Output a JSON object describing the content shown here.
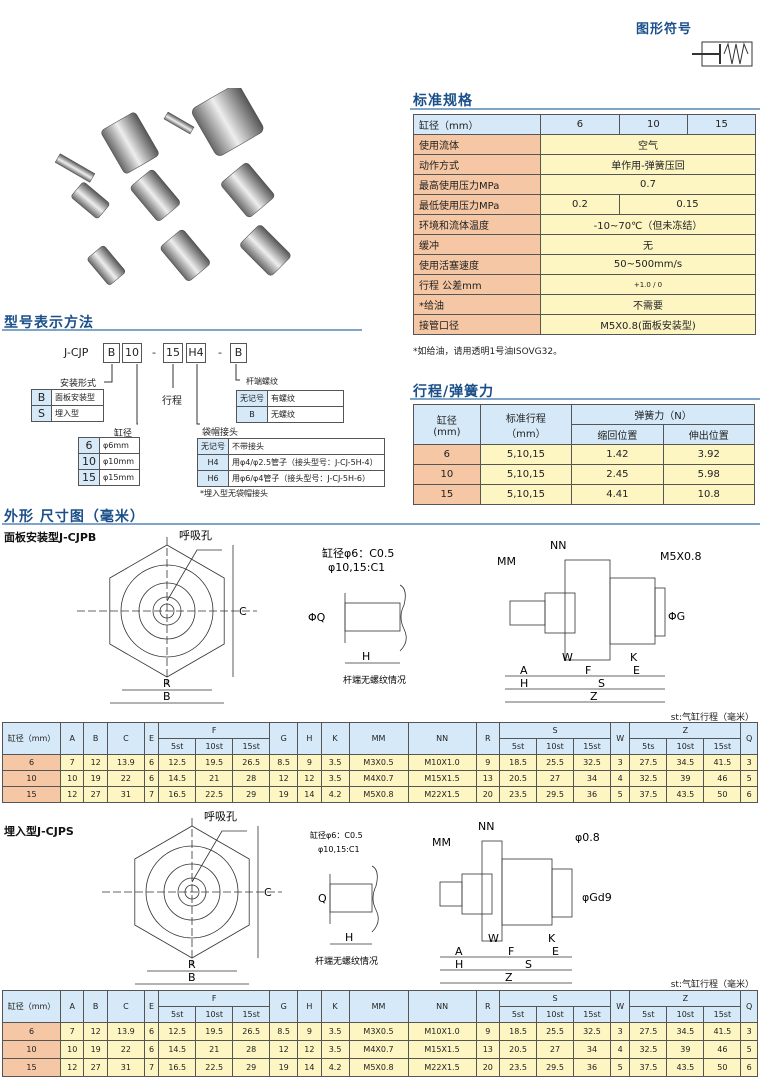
{
  "symbol": {
    "title": "图形符号"
  },
  "spec": {
    "title": "标准规格",
    "header": [
      "缸径（mm）",
      "6",
      "10",
      "15"
    ],
    "rows": [
      [
        "使用流体",
        "空气"
      ],
      [
        "动作方式",
        "单作用-弹簧压回"
      ],
      [
        "最高使用压力MPa",
        "0.7"
      ],
      [
        "最低使用压力MPa",
        "0.2",
        "0.15"
      ],
      [
        "环境和流体温度",
        "-10~70℃（但未冻结）"
      ],
      [
        "缓冲",
        "无"
      ],
      [
        "使用活塞速度",
        "50~500mm/s"
      ],
      [
        "行程 公差mm",
        "+1.0 / 0"
      ],
      [
        "*给油",
        "不需要"
      ],
      [
        "接管口径",
        "M5X0.8(面板安装型)"
      ]
    ],
    "note": "*如给油，请用透明1号油ISOVG32。"
  },
  "model": {
    "title": "型号表示方法",
    "prefix": "J-CJP",
    "codes": [
      "B",
      "10",
      "-",
      "15",
      "H4",
      "-",
      "B"
    ],
    "mount": {
      "label": "安装形式",
      "rows": [
        [
          "B",
          "面板安装型"
        ],
        [
          "S",
          "埋入型"
        ]
      ]
    },
    "bore": {
      "label": "缸径",
      "rows": [
        [
          "6",
          "φ6mm"
        ],
        [
          "10",
          "φ10mm"
        ],
        [
          "15",
          "φ15mm"
        ]
      ]
    },
    "stroke_label": "行程",
    "thread": {
      "label": "杆端螺纹",
      "rows": [
        [
          "无记号",
          "有螺纹"
        ],
        [
          "B",
          "无螺纹"
        ]
      ]
    },
    "fitting": {
      "label": "袋帽接头",
      "rows": [
        [
          "无记号",
          "不带接头"
        ],
        [
          "H4",
          "用φ4/φ2.5管子（接头型号：J-CJ-5H-4）"
        ],
        [
          "H6",
          "用φ6/φ4管子（接头型号：J-CJ-5H-6）"
        ]
      ],
      "note": "*埋入型无袋帽接头"
    }
  },
  "spring": {
    "title": "行程/弹簧力",
    "h_bore": "缸径\n(mm)",
    "h_stroke": "标准行程\n（mm）",
    "h_force": "弹簧力（N）",
    "h_ret": "缩回位置",
    "h_ext": "伸出位置",
    "rows": [
      [
        "6",
        "5,10,15",
        "1.42",
        "3.92"
      ],
      [
        "10",
        "5,10,15",
        "2.45",
        "5.98"
      ],
      [
        "15",
        "5,10,15",
        "4.41",
        "10.8"
      ]
    ]
  },
  "dims": {
    "title": "外形 尺寸图（毫米）",
    "labels": {
      "vent": "呼吸孔",
      "chamfer1": "缸径φ6：C0.5",
      "chamfer2": "φ10,15:C1",
      "rod_note": "杆端无螺纹情况",
      "port": "M5X0.8",
      "phi08": "φ0.8",
      "gd9": "φGd9",
      "phiQ": "ΦQ",
      "phiG": "ΦG"
    },
    "st_note": "st:气缸行程（毫米）",
    "sections": [
      {
        "title": "面板安装型J-CJPB",
        "z_sub": [
          "5ts",
          "10st",
          "15st"
        ]
      },
      {
        "title": "埋入型J-CJPS",
        "z_sub": [
          "5st",
          "10st",
          "15st"
        ]
      }
    ],
    "columns": [
      "缸径（mm）",
      "A",
      "B",
      "C",
      "E",
      "F",
      "G",
      "H",
      "K",
      "MM",
      "NN",
      "R",
      "S",
      "W",
      "Z",
      "Q"
    ],
    "sub": [
      "5st",
      "10st",
      "15st"
    ],
    "rows": [
      [
        "6",
        "7",
        "12",
        "13.9",
        "6",
        "12.5",
        "19.5",
        "26.5",
        "8.5",
        "9",
        "3.5",
        "M3X0.5",
        "M10X1.0",
        "9",
        "18.5",
        "25.5",
        "32.5",
        "3",
        "27.5",
        "34.5",
        "41.5",
        "3"
      ],
      [
        "10",
        "10",
        "19",
        "22",
        "6",
        "14.5",
        "21",
        "28",
        "12",
        "12",
        "3.5",
        "M4X0.7",
        "M15X1.5",
        "13",
        "20.5",
        "27",
        "34",
        "4",
        "32.5",
        "39",
        "46",
        "5"
      ],
      [
        "15",
        "12",
        "27",
        "31",
        "7",
        "16.5",
        "22.5",
        "29",
        "19",
        "14",
        "4.2",
        "M5X0.8",
        "M22X1.5",
        "20",
        "23.5",
        "29.5",
        "36",
        "5",
        "37.5",
        "43.5",
        "50",
        "6"
      ]
    ]
  }
}
